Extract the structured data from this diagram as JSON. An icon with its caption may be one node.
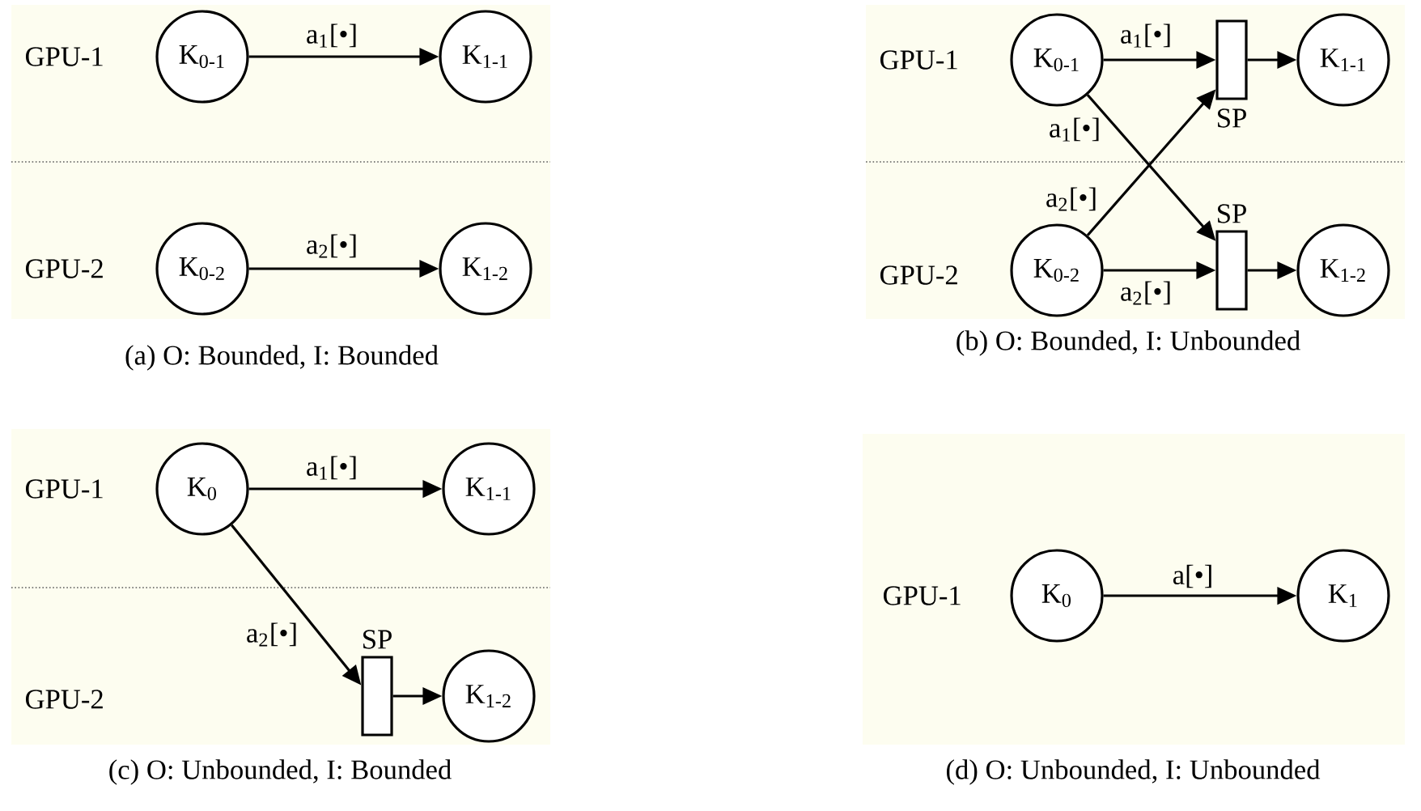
{
  "diagram": {
    "nodes": [
      {
        "text": [
          "K$_{0-1}$"
        ]
      },
      {
        "text": [
          "K$_{1-1}$"
        ]
      },
      {
        "text": [
          "K$_{0-2}$"
        ]
      },
      {
        "text": [
          "K$_{1-2}$"
        ]
      },
      {
        "text": [
          "K$_{0-1}$"
        ]
      },
      {
        "text": [
          "SP"
        ]
      },
      {
        "text": [
          "K$_{1-1}$"
        ]
      },
      {
        "text": [
          "K$_{0-2}$"
        ]
      },
      {
        "text": [
          "SP"
        ]
      },
      {
        "text": [
          "K$_{1-2}$"
        ]
      },
      {
        "text": [
          "K$_{0}$"
        ]
      },
      {
        "text": [
          "K$_{1-1}$"
        ]
      },
      {
        "text": [
          "SP"
        ]
      },
      {
        "text": [
          "K$_{1-2}$"
        ]
      },
      {
        "text": [
          "K$_{0}$"
        ]
      },
      {
        "text": [
          "K$_{1}$"
        ]
      }
    ],
    "edges": [
      {
        "from": 0,
        "to": 1,
        "arrow": "to",
        "label": "a$_{1}$[•]"
      },
      {
        "from": 2,
        "to": 3,
        "arrow": "to",
        "label": "a$_{2}$[•]"
      },
      {
        "from": 4,
        "to": 5,
        "arrow": "to",
        "label": "a$_{1}$[•]"
      },
      {
        "from": 4,
        "to": 8,
        "arrow": "to",
        "label": "a$_{1}$[•]"
      },
      {
        "from": 7,
        "to": 5,
        "arrow": "to",
        "label": "a$_{2}$[•]"
      },
      {
        "from": 7,
        "to": 8,
        "arrow": "to",
        "label": "a$_{2}$[•]"
      },
      {
        "from": 5,
        "to": 6,
        "arrow": "to"
      },
      {
        "from": 8,
        "to": 9,
        "arrow": "to"
      },
      {
        "from": 10,
        "to": 11,
        "arrow": "to",
        "label": "a$_{1}$[•]"
      },
      {
        "from": 10,
        "to": 12,
        "arrow": "to",
        "label": "a$_{2}$[•]"
      },
      {
        "from": 12,
        "to": 13,
        "arrow": "to"
      },
      {
        "from": 14,
        "to": 15,
        "arrow": "to",
        "label": "a[•]"
      }
    ],
    "labels": [
      "GPU-1",
      "GPU-2",
      "GPU-1",
      "GPU-2",
      "(a) O: Bounded, I: Bounded",
      "(b) O: Bounded, I: Unbounded",
      "GPU-1",
      "GPU-2",
      "GPU-1",
      "(c) O: Unbounded, I: Bounded",
      "(d) O: Unbounded, I: Unbounded"
    ]
  }
}
